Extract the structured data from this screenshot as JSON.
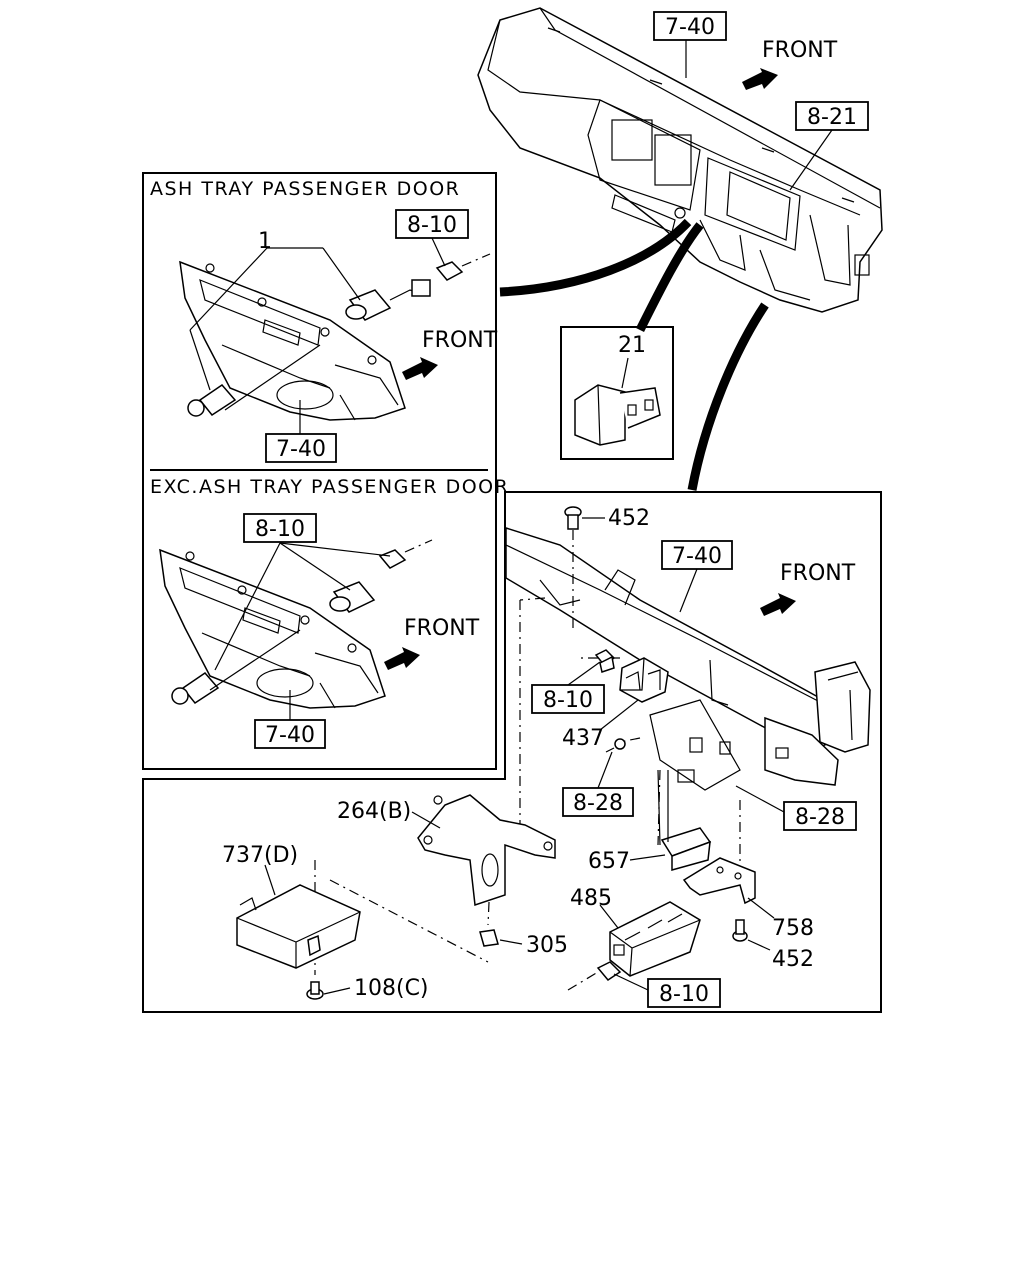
{
  "panels": {
    "ash_tray_title": "ASH TRAY PASSENGER DOOR",
    "exc_ash_tray_title": "EXC.ASH TRAY PASSENGER DOOR"
  },
  "refs": {
    "dash_7_40": "7-40",
    "dash_8_21": "8-21",
    "ash_8_10": "8-10",
    "ash_7_40": "7-40",
    "exc_8_10": "8-10",
    "exc_7_40": "7-40",
    "beam_7_40": "7-40",
    "low_8_10_a": "8-10",
    "low_8_28_a": "8-28",
    "low_8_28_b": "8-28",
    "low_8_10_b": "8-10"
  },
  "front_labels": {
    "top": "FRONT",
    "ash": "FRONT",
    "exc": "FRONT",
    "beam": "FRONT"
  },
  "parts": {
    "p1": "1",
    "p21": "21",
    "p452_top": "452",
    "p437": "437",
    "p264": "264(B)",
    "p737": "737(D)",
    "p657": "657",
    "p485": "485",
    "p305": "305",
    "p108": "108(C)",
    "p758": "758",
    "p452_bottom": "452"
  }
}
